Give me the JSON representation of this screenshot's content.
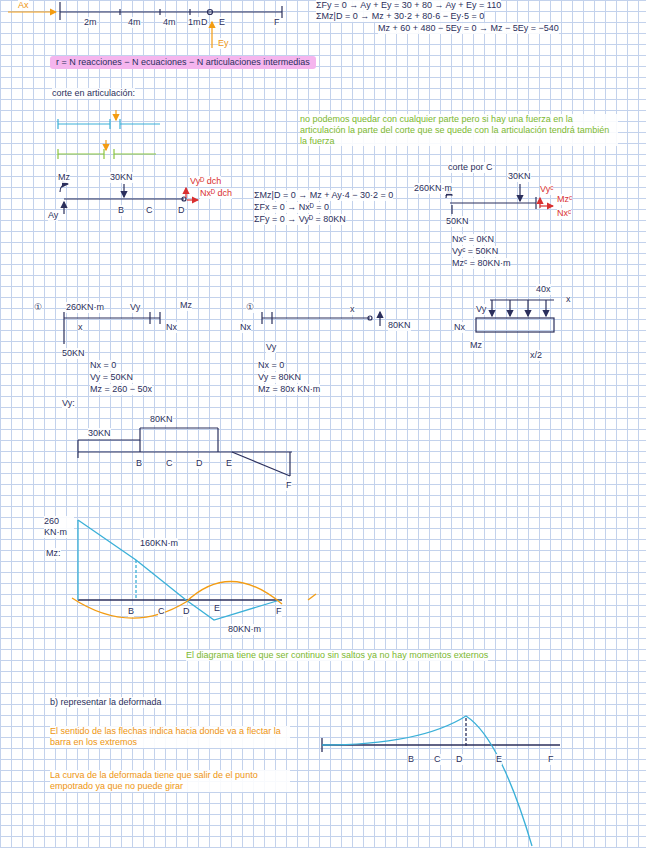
{
  "diagram": {
    "nodes": [
      {
        "text": [
          "r = N reacciones − N ecuaciones − N articulaciones intermedias"
        ]
      }
    ],
    "labels": [
      "Ax",
      "2m",
      "4m",
      "4m",
      "1m",
      "D",
      "E",
      "F",
      "Ey",
      "ΣFy = 0 → Ay + Ey = 30 + 80 → Ay + Ey = 110",
      "ΣMz|D = 0 → Mz + 30·2 + 80·6 − Ey·5 = 0",
      "Mz + 60 + 480 − 5Ey = 0 → Mz − 5Ey = −540",
      "corte en articulación:",
      "no podemos quedar con cualquier parte pero si hay una fuerza en la articulación la parte del corte que se quede con la articulación tendrá también la fuerza",
      "Mz",
      "Ay",
      "30KN",
      "B",
      "C",
      "D",
      "Vyᴰ dch",
      "Nxᴰ dch",
      "ΣMz|D = 0 → Mz + Ay·4 − 30·2 = 0",
      "ΣFx = 0 → Nxᴰ = 0",
      "ΣFy = 0 → Vyᴰ = 80KN",
      "corte por C",
      "260KN·m",
      "30KN",
      "50KN",
      "Vyᶜ",
      "Mzᶜ",
      "Nxᶜ",
      "Nxᶜ = 0KN",
      "Vyᶜ = 50KN",
      "Mzᶜ = 80KN·m",
      "①",
      "260KN·m",
      "x",
      "Vy",
      "Mz",
      "Nx",
      "50KN",
      "Nx = 0",
      "Vy = 50KN",
      "Mz = 260 − 50x",
      "Vy:",
      "①",
      "Nx",
      "Vy",
      "x",
      "80KN",
      "Nx = 0",
      "Vy = 80KN",
      "Mz = 80x KN·m",
      "40x",
      "x",
      "Vy",
      "Nx",
      "Mz",
      "x/2",
      "30KN",
      "80KN",
      "B",
      "C",
      "D",
      "E",
      "F",
      "260 KN·m",
      "Mz:",
      "160KN·m",
      "B",
      "C",
      "D",
      "E",
      "F",
      "80KN·m",
      "El diagrama tiene que ser continuo sin saltos ya no hay momentos externos",
      "b) representar la deformada",
      "El sentido de las flechas indica hacia donde va a flectar la barra en los extremos",
      "La curva de la deformada tiene que salir de el punto empotrado ya que no puede girar",
      "B",
      "C",
      "D",
      "E",
      "F"
    ]
  }
}
